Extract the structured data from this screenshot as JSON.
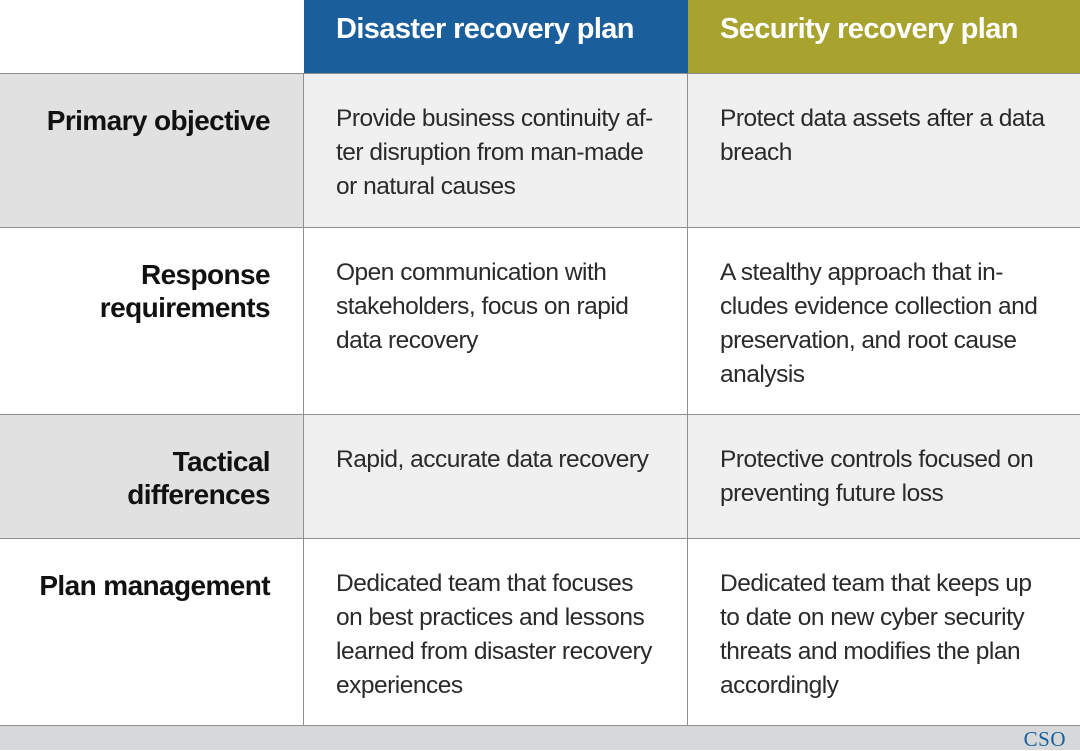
{
  "headers": {
    "corner": "",
    "disaster_recovery": "Disaster recovery plan",
    "security_recovery": "Security recovery plan"
  },
  "rows": [
    {
      "label": "Primary objective",
      "disaster_recovery": "Provide business continuity af-ter disruption from man-made or natural causes",
      "security_recovery": "Protect data assets after a data breach"
    },
    {
      "label": "Response requirements",
      "disaster_recovery": "Open communication with stakeholders, focus on rapid data recovery",
      "security_recovery": "A stealthy approach that in-cludes evidence collection and preservation, and root cause analysis"
    },
    {
      "label": "Tactical differences",
      "disaster_recovery": "Rapid, accurate data recovery",
      "security_recovery": "Protective controls focused on preventing future loss"
    },
    {
      "label": "Plan management",
      "disaster_recovery": "Dedicated team that focuses on best practices and lessons learned from disaster recovery experiences",
      "security_recovery": "Dedicated team that keeps up to date on new cyber security threats and modifies the plan accordingly"
    }
  ],
  "footer": {
    "logo": "CSO"
  },
  "colors": {
    "disaster_header": "#1a5e9b",
    "security_header": "#a8a22f",
    "logo": "#1a5e9b"
  }
}
